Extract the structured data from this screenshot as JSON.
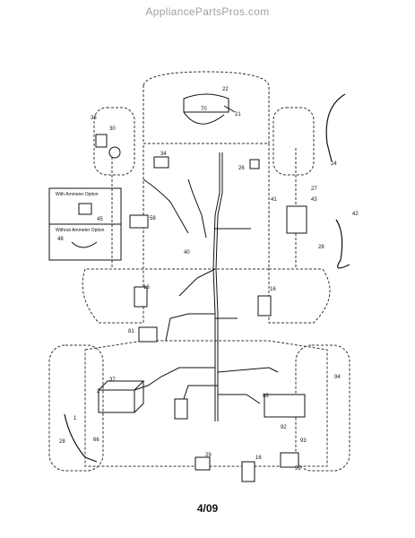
{
  "watermark": "AppliancePartsPros.com",
  "date_code": "4/09",
  "inset": {
    "ammeter_label": "With Ammeter Option",
    "no_ammeter_label": "Without Ammeter Option"
  },
  "callouts": [
    "22",
    "70",
    "21",
    "33",
    "30",
    "34",
    "26",
    "24",
    "27",
    "41",
    "43",
    "42",
    "45",
    "48",
    "58",
    "40",
    "28",
    "16",
    "16",
    "81",
    "37",
    "2",
    "1",
    "66",
    "94",
    "92",
    "93",
    "29",
    "16",
    "59",
    "28",
    "66"
  ]
}
